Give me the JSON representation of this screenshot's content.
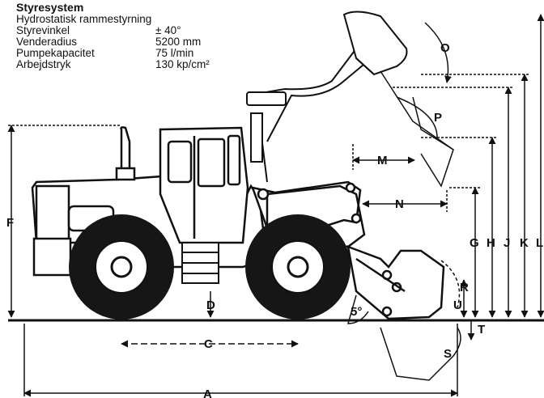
{
  "spec": {
    "title": "Styresystem",
    "subtitle": "Hydrostatisk rammestyrning",
    "rows": [
      {
        "key": "Styrevinkel",
        "value": "± 40°"
      },
      {
        "key": "Venderadius",
        "value": "5200 mm"
      },
      {
        "key": "Pumpekapacitet",
        "value": "75 l/min"
      },
      {
        "key": "Arbejdstryk",
        "value": "130 kp/cm²"
      }
    ]
  },
  "labels": {
    "A": "A",
    "C": "C",
    "D": "D",
    "F": "F",
    "G": "G",
    "H": "H",
    "J": "J",
    "K": "K",
    "L": "L",
    "M": "M",
    "N": "N",
    "O": "O",
    "P": "P",
    "R": "R",
    "S": "S",
    "T": "T",
    "U": "U",
    "angle": "5°"
  },
  "colors": {
    "ink": "#111111",
    "paper": "#ffffff",
    "tire": "#161616"
  }
}
